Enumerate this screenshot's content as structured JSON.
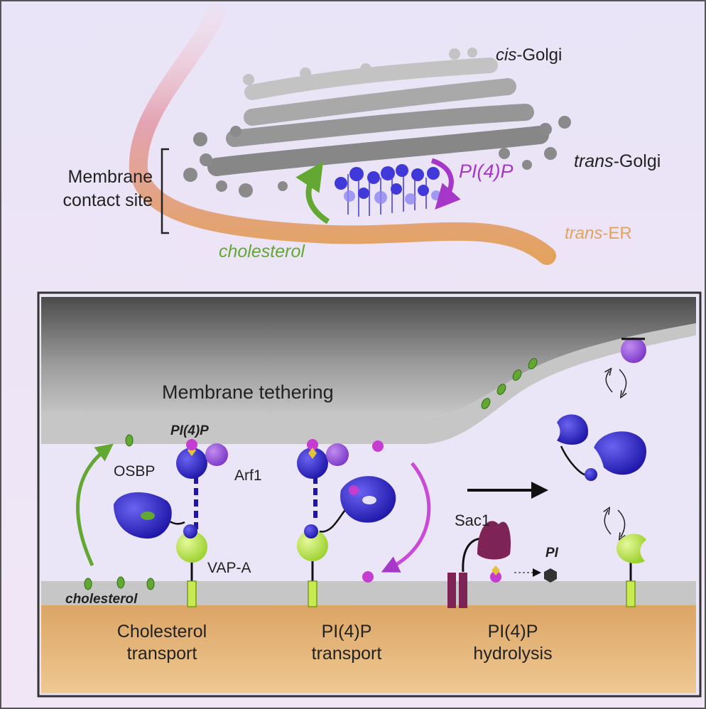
{
  "top_panel": {
    "cis_prefix": "cis",
    "cis_suffix": "-Golgi",
    "trans_golgi_prefix": "trans",
    "trans_golgi_suffix": "-Golgi",
    "trans_er_prefix": "trans",
    "trans_er_suffix": "-ER",
    "contact_line1": "Membrane",
    "contact_line2": "contact site",
    "pi4p": "PI(4)P",
    "cholesterol": "cholesterol"
  },
  "bottom_panel": {
    "membrane_tethering": "Membrane tethering",
    "pi4p": "PI(4)P",
    "osbp": "OSBP",
    "arf1": "Arf1",
    "vap_a": "VAP-A",
    "sac1": "Sac1",
    "pi": "PI",
    "cholesterol": "cholesterol",
    "steps": [
      {
        "line1": "Cholesterol",
        "line2": "transport"
      },
      {
        "line1": "PI(4)P",
        "line2": "transport"
      },
      {
        "line1": "PI(4)P",
        "line2": "hydrolysis"
      }
    ]
  },
  "colors": {
    "background": "#ece6f8",
    "golgi_gray": "#8a8a8a",
    "er_orange": "#e3a35f",
    "osbp_blue": "#2b22c9",
    "pi4p_purple": "#a637c9",
    "cholesterol_green": "#62a832",
    "vap_green": "#c6ea4f",
    "sac1_maroon": "#7d2356"
  }
}
